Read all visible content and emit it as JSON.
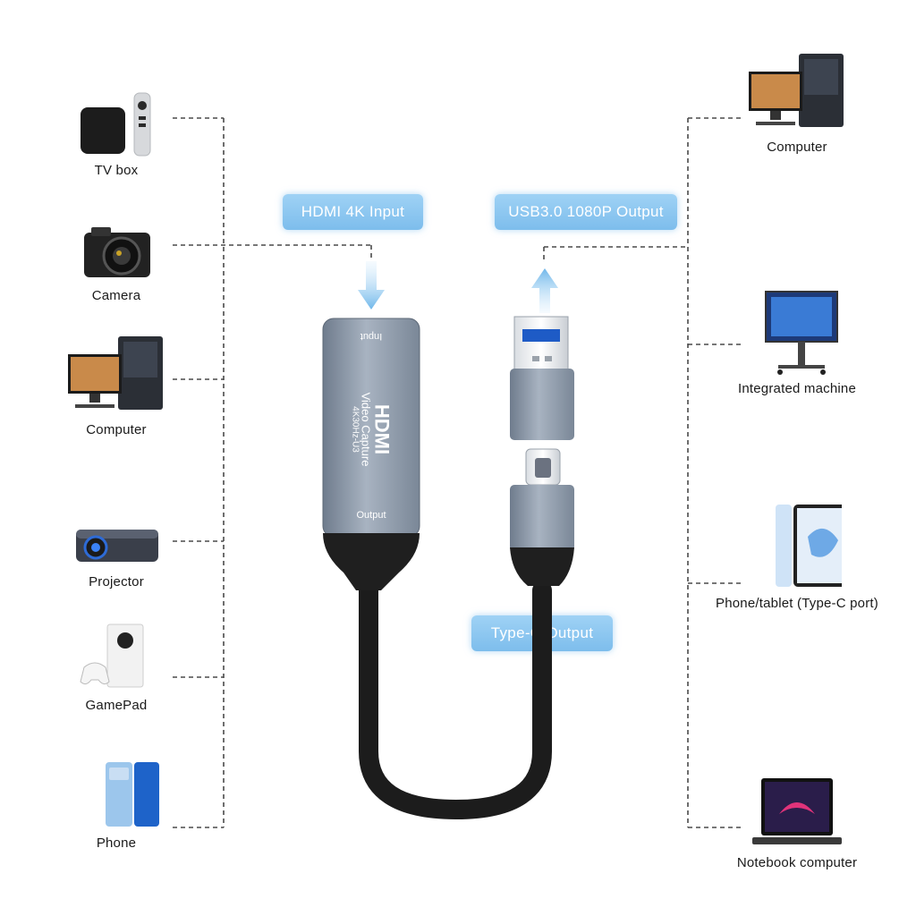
{
  "left_devices": [
    {
      "label": "TV box",
      "icon": "tv-box-icon"
    },
    {
      "label": "Camera",
      "icon": "camera-icon"
    },
    {
      "label": "Computer",
      "icon": "desktop-computer-icon"
    },
    {
      "label": "Projector",
      "icon": "projector-icon"
    },
    {
      "label": "GamePad",
      "icon": "game-console-icon"
    },
    {
      "label": "Phone",
      "icon": "phone-icon"
    }
  ],
  "right_devices": [
    {
      "label": "Computer",
      "icon": "desktop-computer-icon"
    },
    {
      "label": "Integrated machine",
      "icon": "integrated-machine-icon"
    },
    {
      "label": "Phone/tablet (Type-C port)",
      "icon": "tablet-icon"
    },
    {
      "label": "Notebook computer",
      "icon": "laptop-icon"
    }
  ],
  "callouts": {
    "hdmi_input": "HDMI 4K Input",
    "usb_output": "USB3.0 1080P Output",
    "typec_output": "Type-C Output"
  },
  "device_text": {
    "brand": "HDMI",
    "line1": "Video Capture",
    "line2": "4K30Hz-U3",
    "input_port": "Input",
    "output_port": "Output"
  },
  "colors": {
    "callout": "#8ac7f0",
    "housing": "#8a97a8",
    "cable": "#1c1c1c",
    "line": "#444444"
  }
}
